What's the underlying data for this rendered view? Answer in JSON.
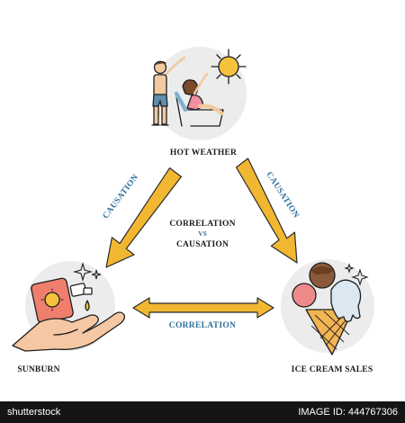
{
  "nodes": {
    "top": {
      "label": "HOT WEATHER"
    },
    "left": {
      "label": "SUNBURN"
    },
    "right": {
      "label": "ICE CREAM SALES"
    }
  },
  "center": {
    "line1": "CORRELATION",
    "vs": "VS",
    "line2": "CAUSATION"
  },
  "edges": {
    "left": {
      "label": "CAUSATION"
    },
    "right": {
      "label": "CAUSATION"
    },
    "bottom": {
      "label": "CORRELATION"
    }
  },
  "colors": {
    "arrow_fill": "#f2b731",
    "arrow_stroke": "#2a2a2a",
    "accent_text": "#2f6f9a",
    "circle_bg": "#ececec",
    "sun": "#f5c33b"
  },
  "watermark": {
    "left": "shutterstock",
    "right": "IMAGE ID: 444767306"
  }
}
